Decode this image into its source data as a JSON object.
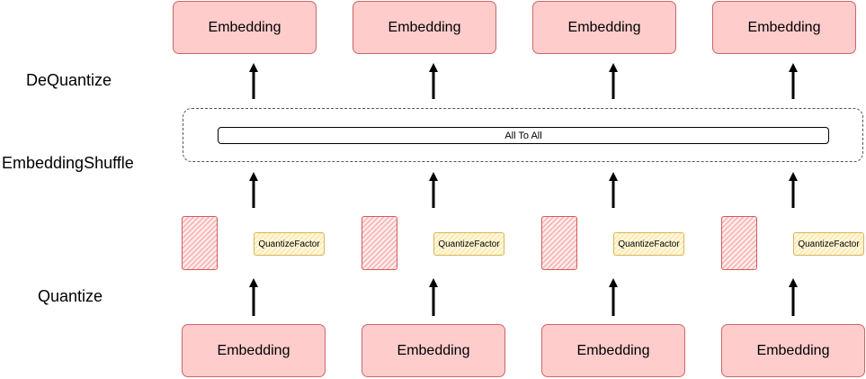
{
  "labels": {
    "dequantize": "DeQuantize",
    "embedding_shuffle": "EmbeddingShuffle",
    "quantize": "Quantize"
  },
  "top_embeddings": [
    "Embedding",
    "Embedding",
    "Embedding",
    "Embedding"
  ],
  "bottom_embeddings": [
    "Embedding",
    "Embedding",
    "Embedding",
    "Embedding"
  ],
  "all_to_all_label": "All To All",
  "quantize_factors": [
    "QuantizeFactor",
    "QuantizeFactor",
    "QuantizeFactor",
    "QuantizeFactor"
  ],
  "colors": {
    "embedding_fill": "#ffcccc",
    "embedding_stroke": "#cc6666",
    "quantized_data_stroke": "#d45a5a",
    "quantize_factor_stroke": "#d6b656"
  }
}
